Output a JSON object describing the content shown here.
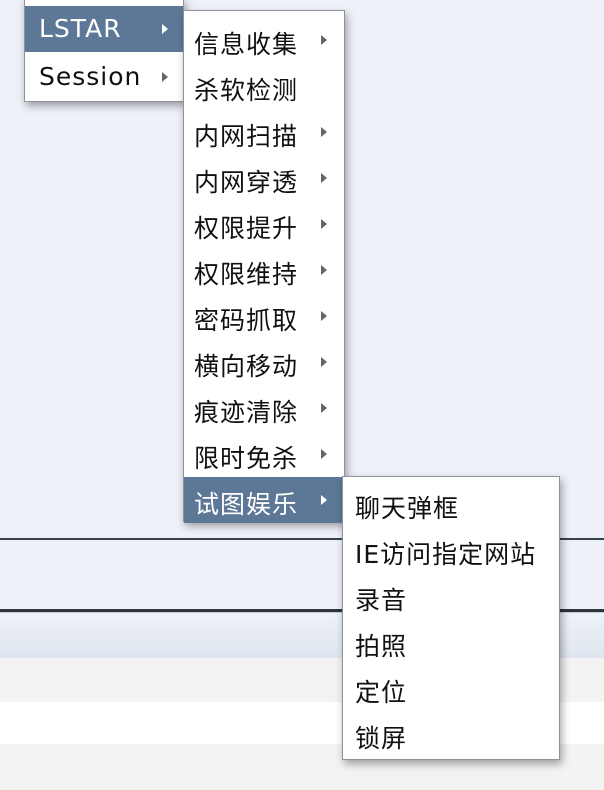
{
  "menus": {
    "level1": {
      "items": [
        {
          "label": "LSTAR",
          "has_submenu": true,
          "highlighted": true
        },
        {
          "label": "Session",
          "has_submenu": true,
          "highlighted": false
        }
      ]
    },
    "level2": {
      "items": [
        {
          "label": "信息收集",
          "has_submenu": true
        },
        {
          "label": "杀软检测",
          "has_submenu": false
        },
        {
          "label": "内网扫描",
          "has_submenu": true
        },
        {
          "label": "内网穿透",
          "has_submenu": true
        },
        {
          "label": "权限提升",
          "has_submenu": true
        },
        {
          "label": "权限维持",
          "has_submenu": true
        },
        {
          "label": "密码抓取",
          "has_submenu": true
        },
        {
          "label": "横向移动",
          "has_submenu": true
        },
        {
          "label": "痕迹清除",
          "has_submenu": true
        },
        {
          "label": "限时免杀",
          "has_submenu": true
        },
        {
          "label": "试图娱乐",
          "has_submenu": true,
          "highlighted": true
        }
      ]
    },
    "level3": {
      "items": [
        {
          "label": "聊天弹框"
        },
        {
          "label": "IE访问指定网站"
        },
        {
          "label": "录音"
        },
        {
          "label": "拍照"
        },
        {
          "label": "定位"
        },
        {
          "label": "锁屏"
        }
      ]
    }
  },
  "colors": {
    "highlight": "#5d7897",
    "menu_bg": "#ffffff",
    "window_bg": "#eef1f8"
  }
}
